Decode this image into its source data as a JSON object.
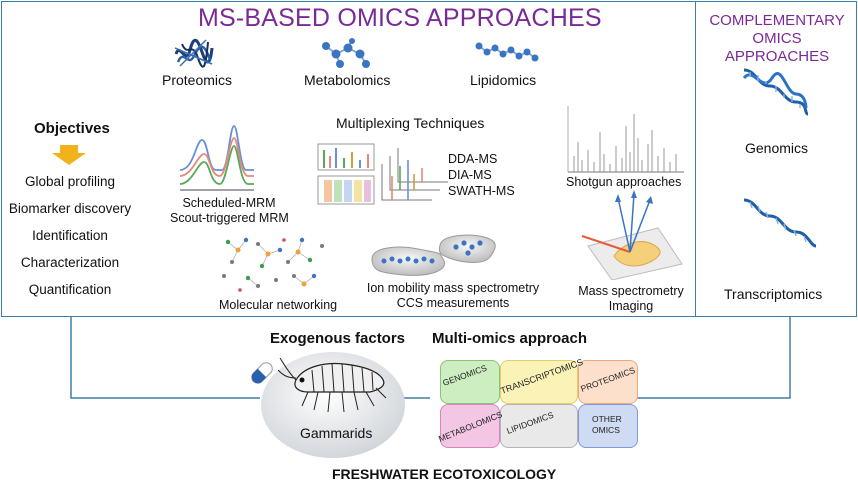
{
  "ms_panel": {
    "title": "MS-BASED OMICS APPROACHES",
    "omics": {
      "proteomics": "Proteomics",
      "metabolomics": "Metabolomics",
      "lipidomics": "Lipidomics"
    },
    "objectives": {
      "heading": "Objectives",
      "items": [
        "Global profiling",
        "Biomarker discovery",
        "Identification",
        "Characterization",
        "Quantification"
      ]
    },
    "multiplexing": {
      "heading": "Multiplexing Techniques",
      "items": [
        "DDA-MS",
        "DIA-MS",
        "SWATH-MS"
      ]
    },
    "mrm": {
      "line1": "Scheduled-MRM",
      "line2": "Scout-triggered MRM"
    },
    "shotgun": "Shotgun approaches",
    "molecular_networking": "Molecular networking",
    "ion_mobility": {
      "line1": "Ion mobility mass spectrometry",
      "line2": "CCS measurements"
    },
    "imaging": {
      "line1": "Mass spectrometry",
      "line2": "Imaging"
    }
  },
  "complementary_panel": {
    "title_line1": "COMPLEMENTARY",
    "title_line2": "OMICS APPROACHES",
    "genomics": "Genomics",
    "transcriptomics": "Transcriptomics"
  },
  "bottom": {
    "exogenous": "Exogenous factors",
    "multi_omics": "Multi-omics approach",
    "organism": "Gammarids",
    "tiles": [
      "GENOMICS",
      "TRANSCRIPTOMICS",
      "PROTEOMICS",
      "METABOLOMICS",
      "LIPIDOMICS",
      "OTHER",
      "OMICS"
    ],
    "footer": "FRESHWATER ECOTOXICOLOGY"
  },
  "colors": {
    "frame": "#3d7fa6",
    "title": "#7a2a97",
    "arrow": "#f2b21b",
    "molecule": "#3b74c2",
    "dna": "#1f5fa8",
    "tile_green": "#cdeec0",
    "tile_yellow": "#fbf2b8",
    "tile_orange": "#fde0cc",
    "tile_pink": "#f3c6e4",
    "tile_grey": "#e9e9e9",
    "tile_blue": "#cfdaf3"
  }
}
